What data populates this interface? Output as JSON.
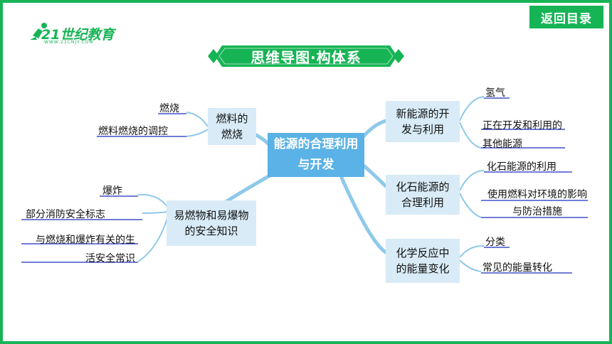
{
  "header": {
    "back_button": "返回目录",
    "logo_text": "21世纪教育",
    "logo_sub": "WWW.21CNJY.COM"
  },
  "banner": {
    "title": "思维导图·构体系"
  },
  "mindmap": {
    "center": "能源的合理利用与开发",
    "left": [
      {
        "label": "燃料的燃烧",
        "leaves": [
          "燃烧",
          "燃料燃烧的调控"
        ]
      },
      {
        "label": "易燃物和易爆物的安全知识",
        "leaves": [
          "爆炸",
          "部分消防安全标志",
          "与燃烧和爆炸有关的生活安全常识"
        ]
      }
    ],
    "right": [
      {
        "label": "新能源的开发与利用",
        "leaves": [
          "氢气",
          "正在开发和利用的其他能源"
        ]
      },
      {
        "label": "化石能源的合理利用",
        "leaves": [
          "化石能源的利用",
          "使用燃料对环境的影响与防治措施"
        ]
      },
      {
        "label": "化学反应中的能量变化",
        "leaves": [
          "分类",
          "常见的能量转化"
        ]
      }
    ]
  },
  "colors": {
    "accent": "#16b455",
    "center": "#5ab2e6",
    "node": "#d8ebf7",
    "line": "#8ec9ea"
  }
}
